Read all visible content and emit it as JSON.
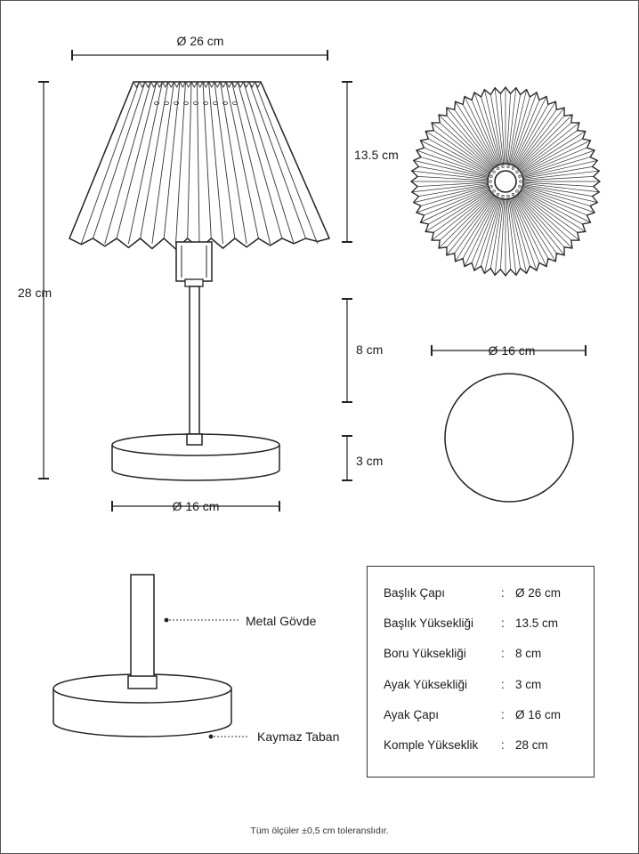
{
  "dimensions": {
    "shade_diameter": "Ø 26 cm",
    "shade_height": "13.5 cm",
    "total_height": "28 cm",
    "tube_height": "8 cm",
    "base_height": "3 cm",
    "base_diameter": "Ø 16 cm",
    "base_top_diameter": "Ø 16 cm"
  },
  "callouts": {
    "metal_body": "Metal Gövde",
    "non_slip_base": "Kaymaz Taban"
  },
  "specs": [
    {
      "label": "Başlık Çapı",
      "sep": ":",
      "value": "Ø 26 cm"
    },
    {
      "label": "Başlık Yüksekliği",
      "sep": ":",
      "value": "13.5 cm"
    },
    {
      "label": "Boru Yüksekliği",
      "sep": ":",
      "value": "8 cm"
    },
    {
      "label": "Ayak Yüksekliği",
      "sep": ":",
      "value": "3 cm"
    },
    {
      "label": "Ayak Çapı",
      "sep": ":",
      "value": "Ø 16 cm"
    },
    {
      "label": "Komple Yükseklik",
      "sep": ":",
      "value": "28 cm"
    }
  ],
  "footnote": "Tüm ölçüler ±0,5 cm toleranslıdır."
}
